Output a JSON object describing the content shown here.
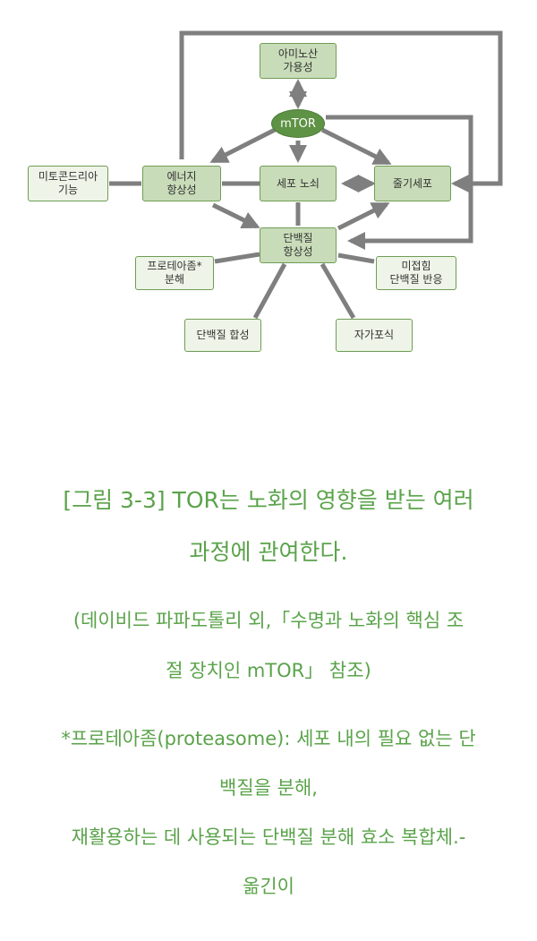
{
  "diagram": {
    "center": "mTOR",
    "nodes": {
      "amino": [
        "아미노산",
        "가용성"
      ],
      "energy": [
        "에너지",
        "항상성"
      ],
      "cell_aging": [
        "세포 노쇠"
      ],
      "stem_cell": [
        "줄기세포"
      ],
      "mito": [
        "미토콘드리아",
        "기능"
      ],
      "proteostasis": [
        "단백질",
        "항상성"
      ],
      "proteasome": [
        "프로테아좀*",
        "분해"
      ],
      "unfolded": [
        "미접힘",
        "단백질 반응"
      ],
      "synthesis": [
        "단백질 합성"
      ],
      "autophagy": [
        "자가포식"
      ]
    },
    "colors": {
      "node_fill": "#c9dcb9",
      "node_fill_light": "#eef4e7",
      "node_border": "#6f9d55",
      "center_fill": "#5e9244",
      "arrow": "#7f7f7f",
      "caption": "#5aa34a"
    }
  },
  "caption": {
    "title_line1": "[그림 3-3] TOR는 노화의 영향을 받는 여러",
    "title_line2": "과정에 관여한다.",
    "source_line1": "(데이비드 파파도톨리 외,「수명과 노화의 핵심 조",
    "source_line2": "절 장치인 mTOR」 참조)",
    "note_line1": "*프로테아좀(proteasome): 세포 내의 필요 없는 단",
    "note_line2": "백질을 분해,",
    "note_line3": "재활용하는 데 사용되는 단백질 분해 효소 복합체.-",
    "note_line4": "옮긴이"
  }
}
